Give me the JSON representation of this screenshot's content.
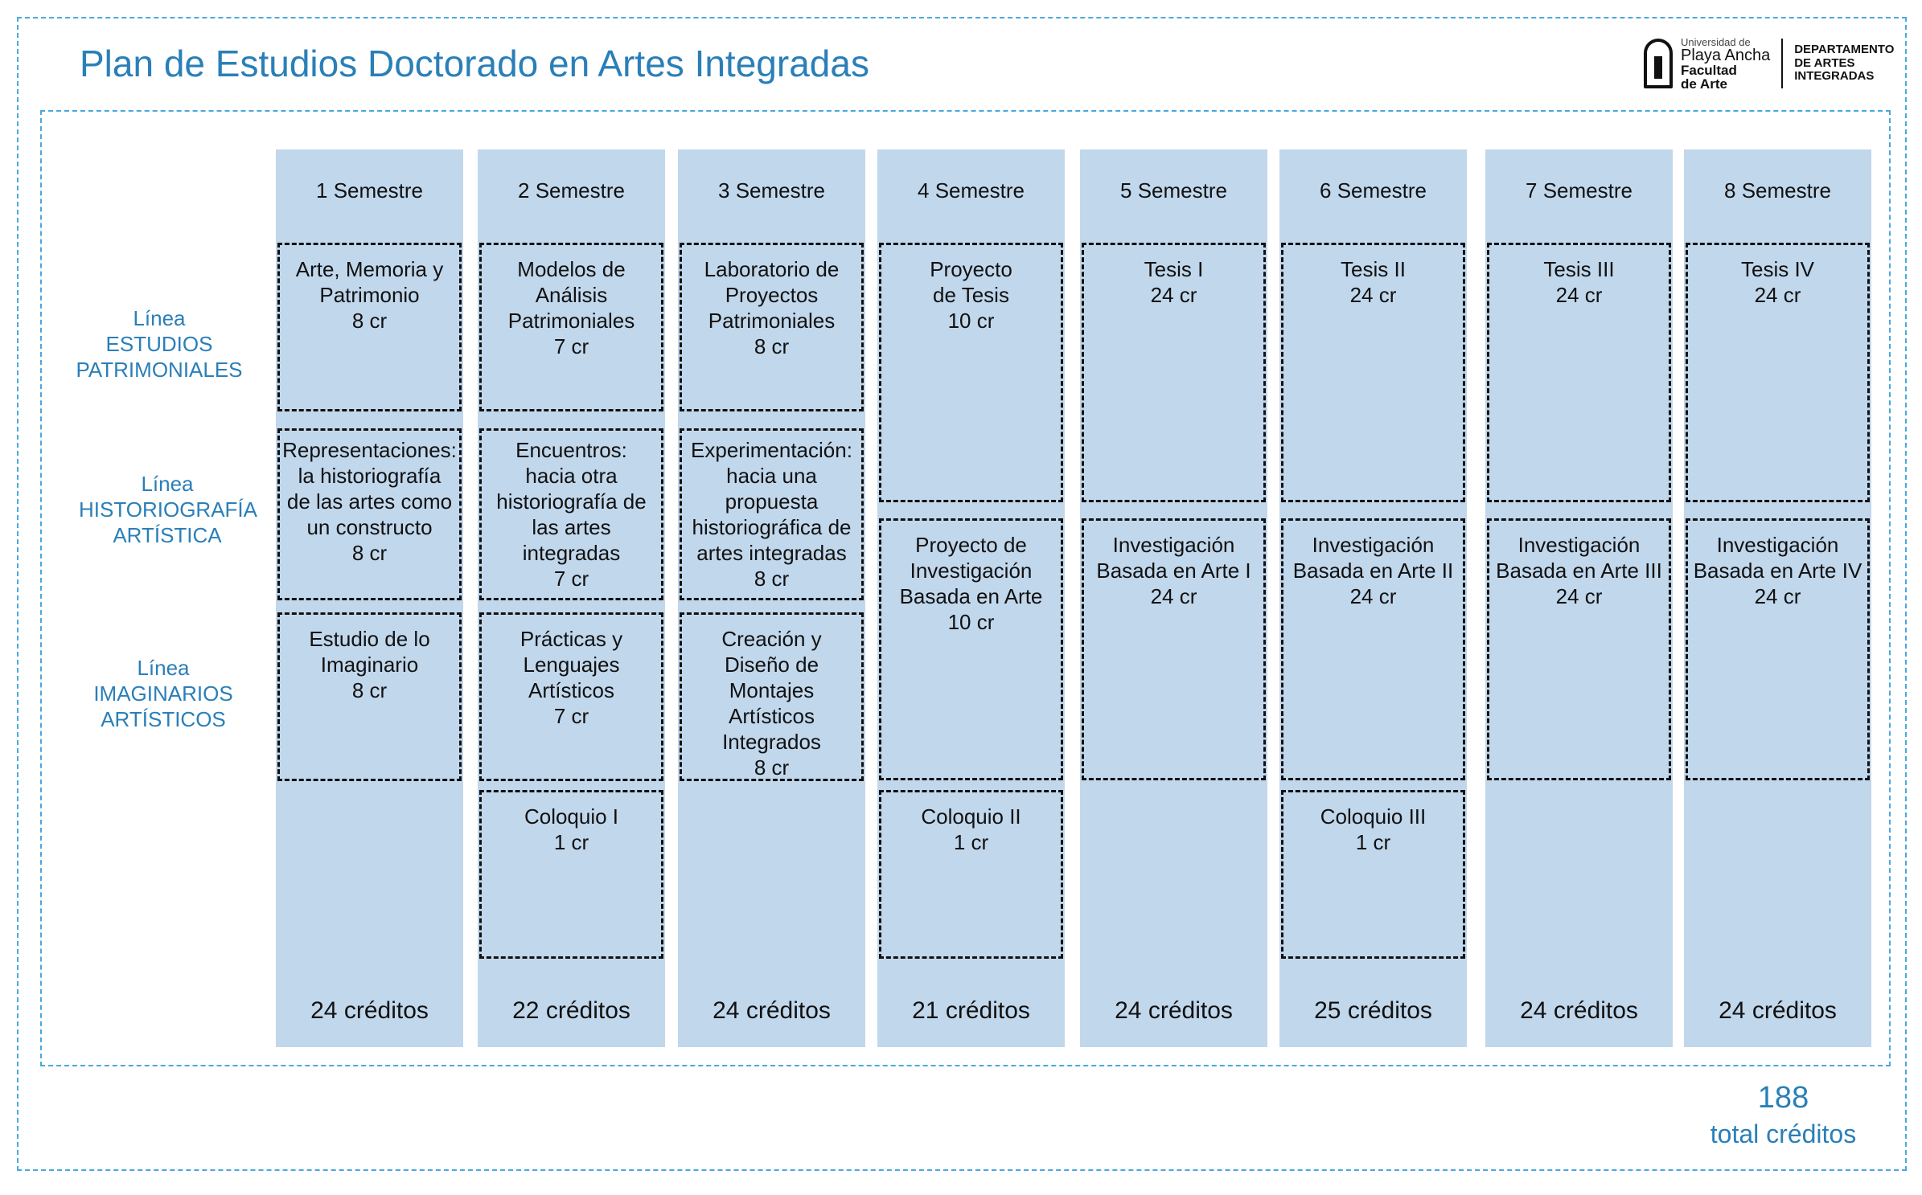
{
  "title": "Plan de Estudios Doctorado en Artes Integradas",
  "logo": {
    "university_small": "Universidad de",
    "university": "Playa Ancha",
    "faculty_1": "Facultad",
    "faculty_2": "de Arte",
    "department": "DEPARTAMENTO\nDE ARTES\nINTEGRADAS"
  },
  "lines": [
    {
      "label": "Línea\nESTUDIOS\nPATRIMONIALES"
    },
    {
      "label": "Línea\nHISTORIOGRAFÍA\nARTÍSTICA"
    },
    {
      "label": "Línea\nIMAGINARIOS\nARTÍSTICOS"
    }
  ],
  "semesters": [
    {
      "label": "1 Semestre",
      "credits": "24 créditos",
      "boxes": [
        {
          "slot": "s1",
          "text": "Arte, Memoria y\nPatrimonio\n8 cr"
        },
        {
          "slot": "s2",
          "text": "Representaciones:\nla historiografía\nde las artes como\nun constructo\n8 cr"
        },
        {
          "slot": "s3",
          "text": "Estudio de lo\nImaginario\n8 cr"
        }
      ]
    },
    {
      "label": "2 Semestre",
      "credits": "22 créditos",
      "boxes": [
        {
          "slot": "s1",
          "text": "Modelos de\nAnálisis\nPatrimoniales\n7 cr"
        },
        {
          "slot": "s2",
          "text": "Encuentros:\nhacia otra\nhistoriografía de\nlas artes\nintegradas\n7 cr"
        },
        {
          "slot": "s3",
          "text": "Prácticas y\nLenguajes\nArtísticos\n7 cr"
        },
        {
          "slot": "s4",
          "text": "Coloquio I\n1 cr"
        }
      ]
    },
    {
      "label": "3 Semestre",
      "credits": "24 créditos",
      "boxes": [
        {
          "slot": "s1",
          "text": "Laboratorio de\nProyectos\nPatrimoniales\n8 cr"
        },
        {
          "slot": "s2",
          "text": "Experimentación:\nhacia una\npropuesta\nhistoriográfica de\nartes integradas\n8 cr"
        },
        {
          "slot": "s3",
          "text": "Creación y\nDiseño de\nMontajes\nArtísticos\nIntegrados\n8 cr"
        }
      ]
    },
    {
      "label": "4 Semestre",
      "credits": "21 créditos",
      "boxes": [
        {
          "slot": "s12",
          "text": "Proyecto\nde Tesis\n10 cr"
        },
        {
          "slot": "s34",
          "text": "Proyecto de\nInvestigación\nBasada en Arte\n10 cr"
        },
        {
          "slot": "s4",
          "text": "Coloquio II\n1 cr"
        }
      ]
    },
    {
      "label": "5 Semestre",
      "credits": "24 créditos",
      "boxes": [
        {
          "slot": "s12",
          "text": "Tesis I\n24 cr"
        },
        {
          "slot": "s34",
          "text": "Investigación\nBasada en Arte I\n24 cr"
        }
      ]
    },
    {
      "label": "6 Semestre",
      "credits": "25 créditos",
      "boxes": [
        {
          "slot": "s12",
          "text": "Tesis II\n24 cr"
        },
        {
          "slot": "s34",
          "text": "Investigación\nBasada en Arte II\n24 cr"
        },
        {
          "slot": "s4",
          "text": "Coloquio III\n1 cr"
        }
      ]
    },
    {
      "label": "7 Semestre",
      "credits": "24 créditos",
      "boxes": [
        {
          "slot": "s12",
          "text": "Tesis III\n24 cr"
        },
        {
          "slot": "s34",
          "text": "Investigación\nBasada en Arte III\n24 cr"
        }
      ]
    },
    {
      "label": "8 Semestre",
      "credits": "24 créditos",
      "boxes": [
        {
          "slot": "s12",
          "text": "Tesis IV\n24 cr"
        },
        {
          "slot": "s34",
          "text": "Investigación\nBasada en Arte IV\n24 cr"
        }
      ]
    }
  ],
  "total": {
    "value": "188",
    "label": "total créditos"
  }
}
